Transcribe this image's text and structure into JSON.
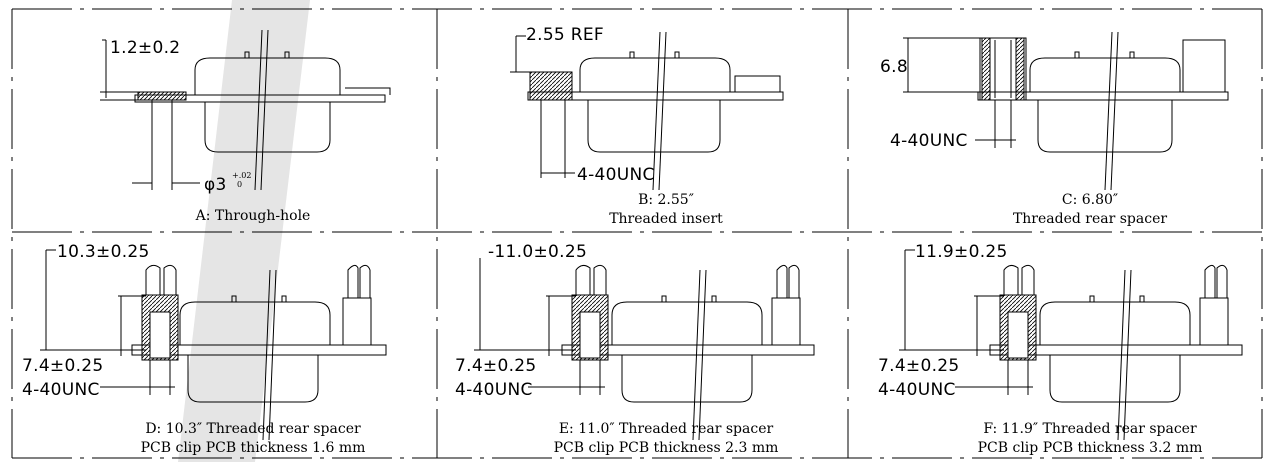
{
  "panels": {
    "a": {
      "dim1": "1.2±0.2",
      "dim2": "φ3",
      "tol": "+.02",
      "tol_low": "0",
      "caption": "A: Through-hole"
    },
    "b": {
      "dim1": "2.55 REF",
      "dim2": "4-40UNC",
      "caption1": "B: 2.55″",
      "caption2": "Threaded insert"
    },
    "c": {
      "dim1": "6.8",
      "dim2": "4-40UNC",
      "caption1": "C: 6.80″",
      "caption2": "Threaded rear spacer"
    },
    "d": {
      "dim1": "10.3±0.25",
      "dim2": "7.4±0.25",
      "dim3": "4-40UNC",
      "caption1": "D: 10.3″ Threaded rear spacer",
      "caption2": "PCB clip PCB thickness 1.6 mm"
    },
    "e": {
      "dim1": "-11.0±0.25",
      "dim2": "7.4±0.25",
      "dim3": "4-40UNC",
      "caption1": "E: 11.0″ Threaded rear spacer",
      "caption2": "PCB clip PCB thickness 2.3 mm"
    },
    "f": {
      "dim1": "11.9±0.25",
      "dim2": "7.4±0.25",
      "dim3": "4-40UNC",
      "caption1": "F: 11.9″ Threaded rear spacer",
      "caption2": "PCB clip PCB thickness 3.2 mm"
    }
  }
}
